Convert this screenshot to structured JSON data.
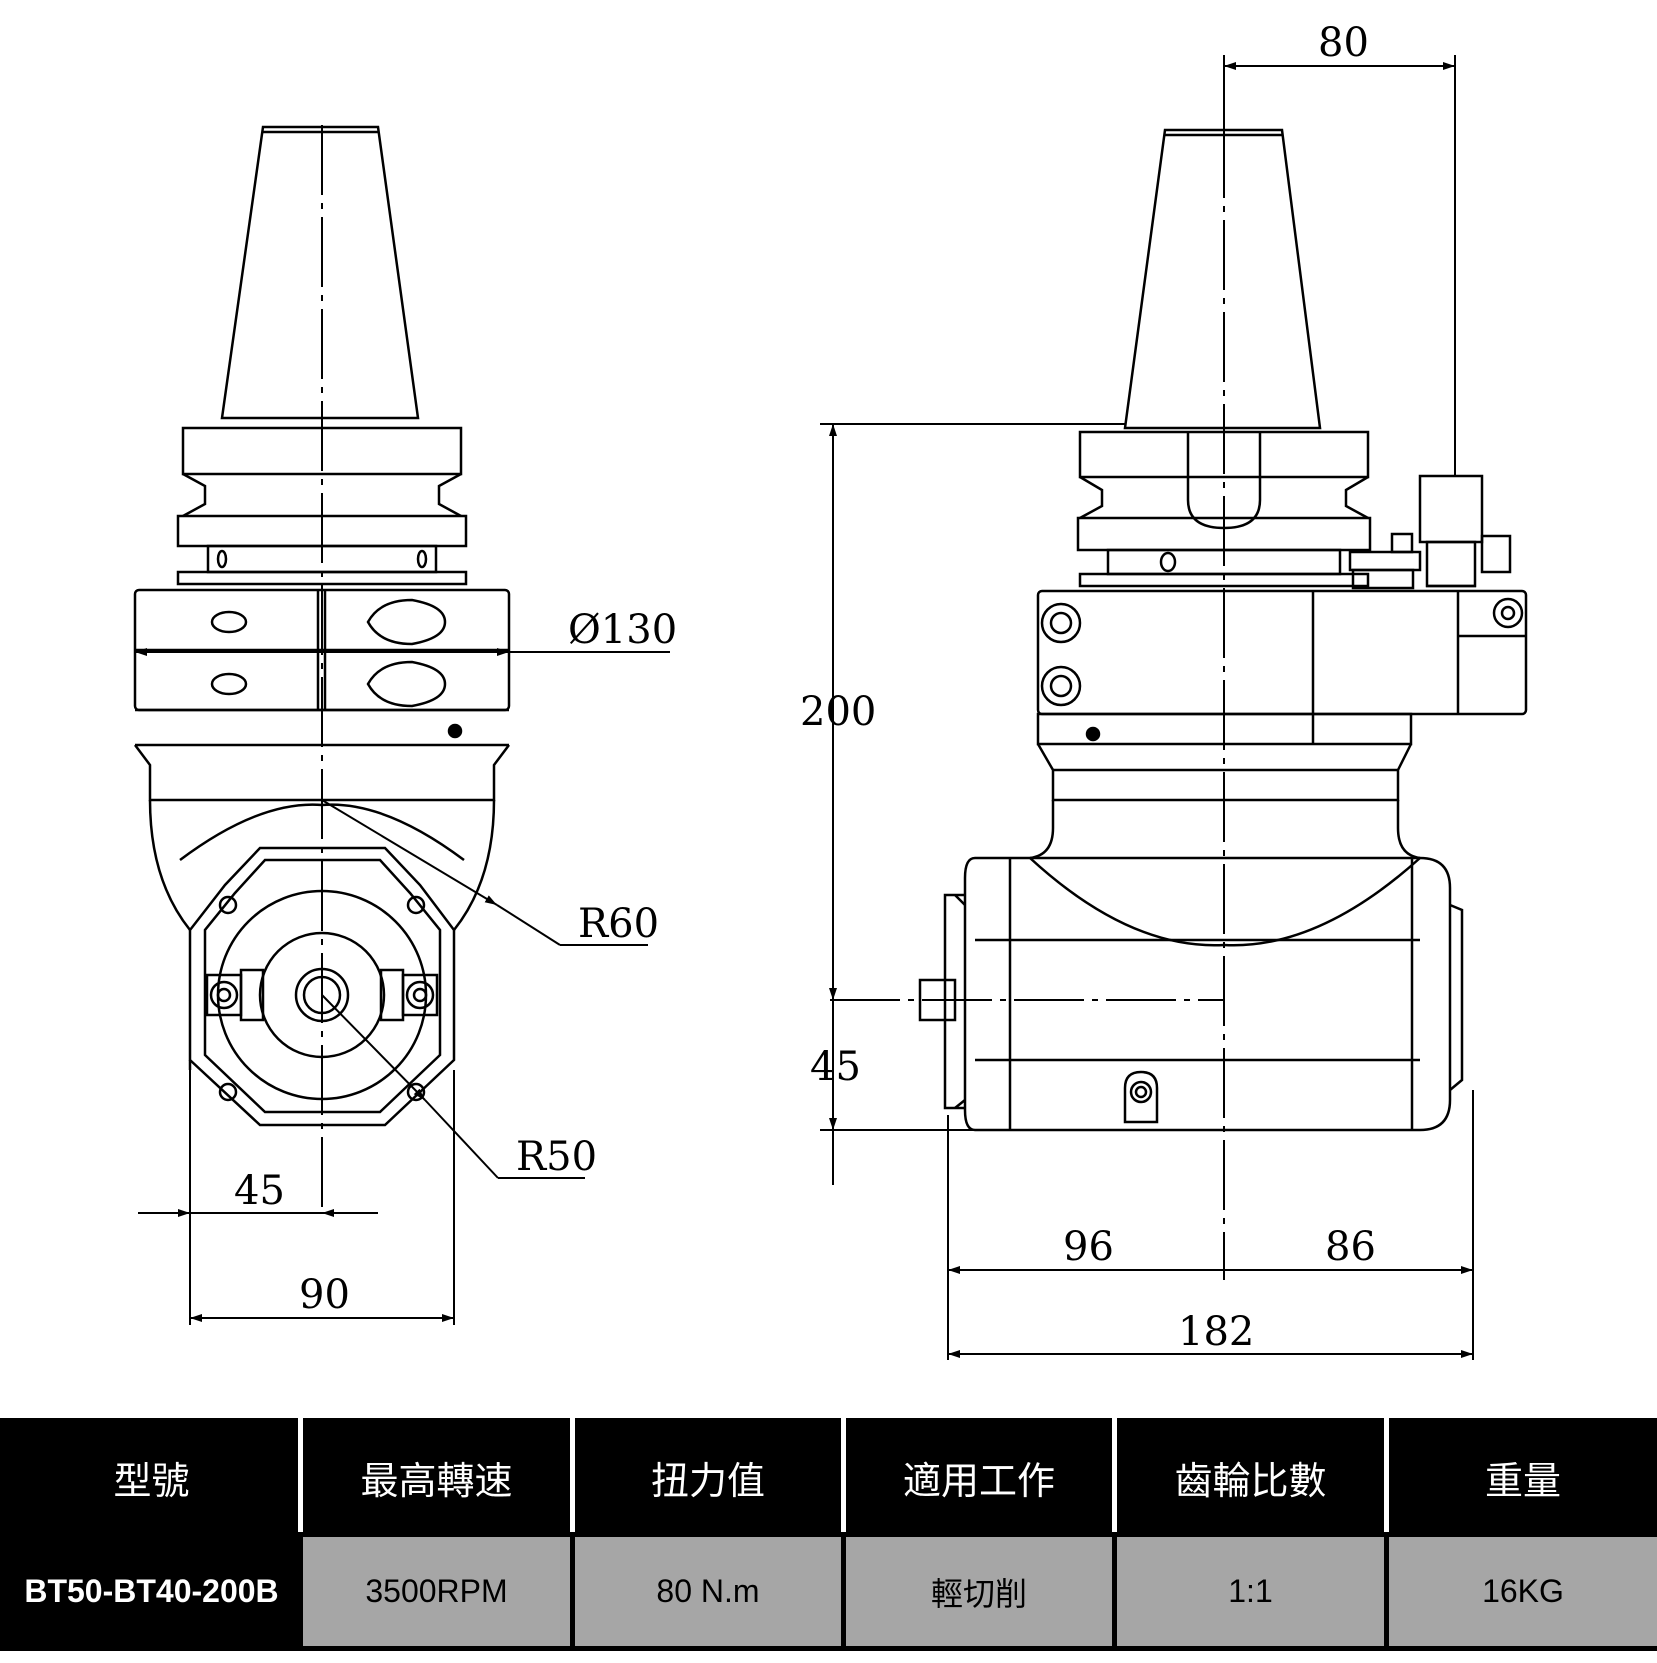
{
  "dimensions": {
    "front": {
      "d130": "Ø130",
      "r60": "R60",
      "r50": "R50",
      "w45": "45",
      "w90": "90"
    },
    "side": {
      "w80": "80",
      "h200": "200",
      "h45": "45",
      "w96": "96",
      "w86": "86",
      "w182": "182"
    }
  },
  "spec_table": {
    "headers": [
      "型號",
      "最高轉速",
      "扭力值",
      "適用工作",
      "齒輪比數",
      "重量"
    ],
    "row": [
      "BT50-BT40-200B",
      "3500RPM",
      "80 N.m",
      "輕切削",
      "1:1",
      "16KG"
    ]
  }
}
